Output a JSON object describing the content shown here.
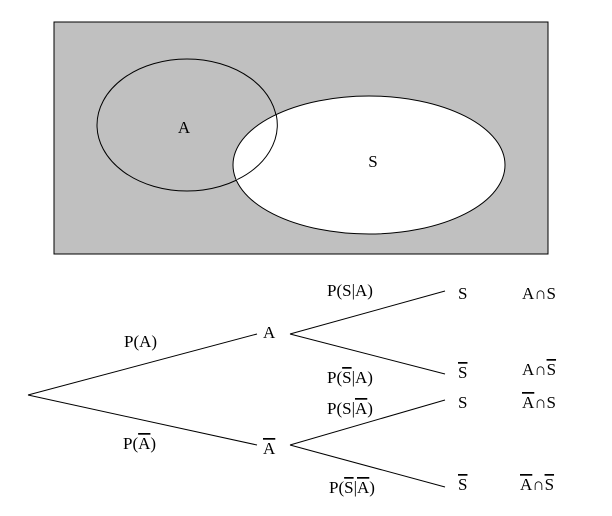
{
  "venn": {
    "set_a_label": "A",
    "set_s_label": "S"
  },
  "tree": {
    "branch_a": "P(A)",
    "branch_not_a": {
      "pre": "P(",
      "bar": "A",
      "post": ")"
    },
    "node_a": "A",
    "node_not_a": {
      "bar": "A"
    },
    "branch_s_given_a": "P(S|A)",
    "branch_not_s_given_a": {
      "pre": "P(",
      "bar": "S",
      "post": "|A)"
    },
    "branch_s_given_not_a": {
      "pre": "P(S|",
      "bar": "A",
      "post": ")"
    },
    "branch_not_s_given_not_a": {
      "pre": "P(",
      "bar1": "S",
      "mid": "|",
      "bar2": "A",
      "post": ")"
    },
    "leaf_s_1": "S",
    "leaf_not_s_1": {
      "bar": "S"
    },
    "leaf_s_2": "S",
    "leaf_not_s_2": {
      "bar": "S"
    },
    "outcome_a_and_s": "A∩S",
    "outcome_a_and_not_s": {
      "pre": "A∩",
      "bar": "S"
    },
    "outcome_not_a_and_s": {
      "bar": "A",
      "post": "∩S"
    },
    "outcome_not_a_and_not_s": {
      "bar1": "A",
      "mid": "∩",
      "bar2": "S"
    }
  }
}
